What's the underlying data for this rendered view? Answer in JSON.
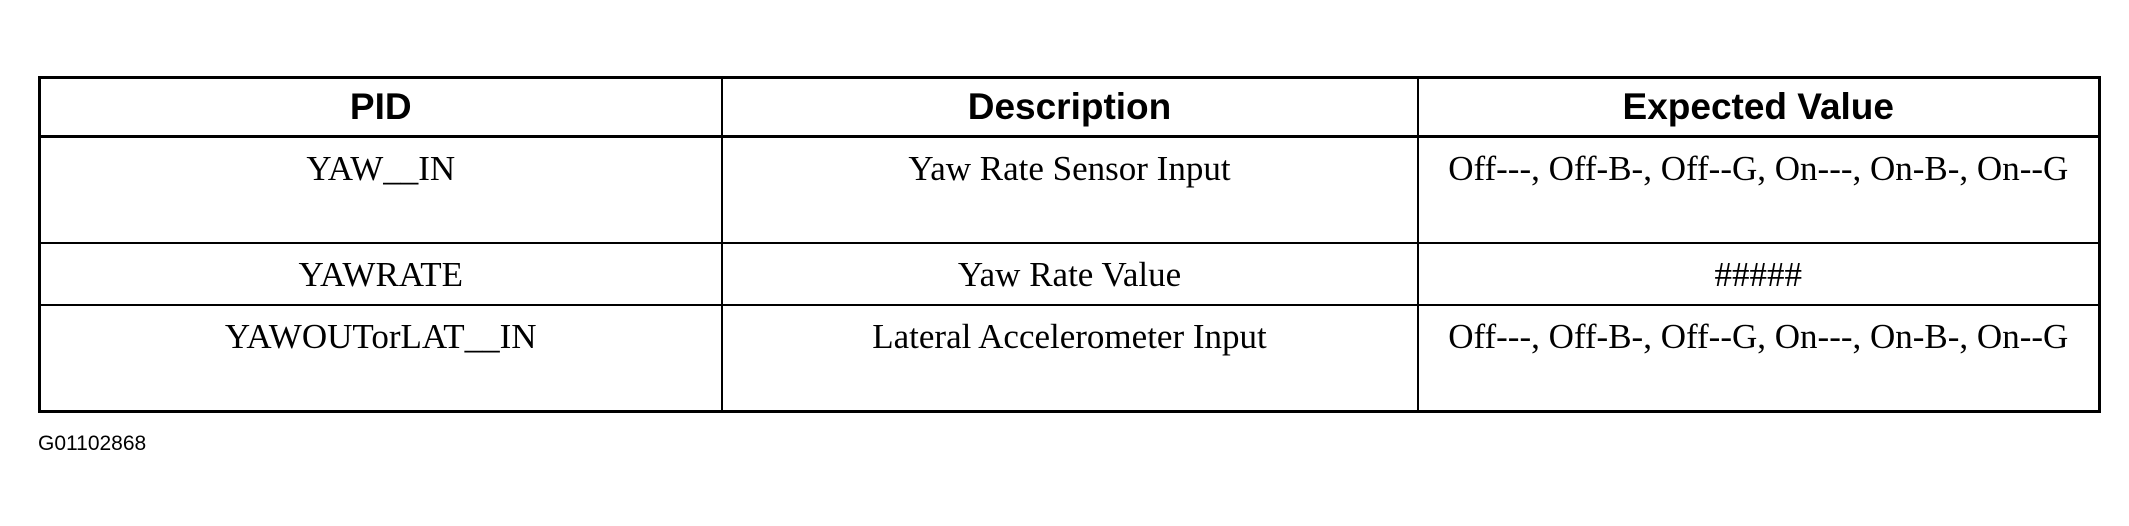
{
  "table": {
    "headers": [
      "PID",
      "Description",
      "Expected Value"
    ],
    "rows": [
      {
        "pid": "YAW__IN",
        "description": "Yaw Rate Sensor Input",
        "expected": "Off---, Off-B-, Off--G, On---, On-B-, On--G"
      },
      {
        "pid": "YAWRATE",
        "description": "Yaw Rate Value",
        "expected": "#####"
      },
      {
        "pid": "YAWOUTorLAT__IN",
        "description": "Lateral Accelerometer Input",
        "expected": "Off---, Off-B-, Off--G, On---, On-B-, On--G"
      }
    ]
  },
  "figure_id": "G01102868"
}
